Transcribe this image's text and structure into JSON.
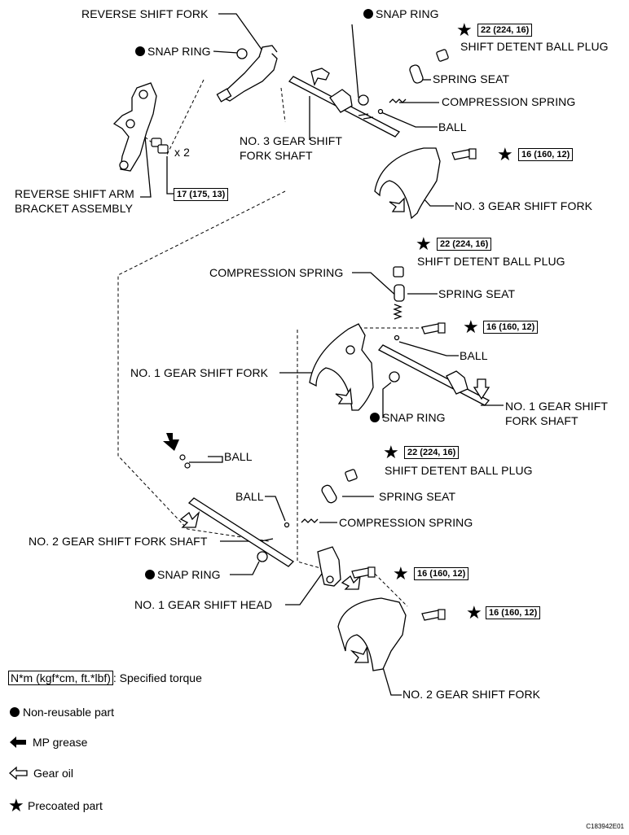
{
  "labels": {
    "reverse_shift_fork": "REVERSE SHIFT FORK",
    "snap_ring_top": "SNAP RING",
    "snap_ring_rev": "SNAP RING",
    "shift_detent_plug_top": "SHIFT DETENT BALL PLUG",
    "spring_seat_top": "SPRING SEAT",
    "compression_spring_top": "COMPRESSION SPRING",
    "ball_top": "BALL",
    "no3_shaft_line1": "NO. 3 GEAR SHIFT",
    "no3_shaft_line2": "FORK SHAFT",
    "x2": "x 2",
    "rev_arm_line1": "REVERSE SHIFT ARM",
    "rev_arm_line2": "BRACKET ASSEMBLY",
    "no3_fork": "NO. 3 GEAR SHIFT FORK",
    "shift_detent_plug_mid": "SHIFT DETENT BALL PLUG",
    "compression_spring_mid": "COMPRESSION SPRING",
    "spring_seat_mid": "SPRING SEAT",
    "ball_mid": "BALL",
    "no1_fork": "NO. 1 GEAR SHIFT FORK",
    "no1_shaft_line1": "NO. 1 GEAR SHIFT",
    "no1_shaft_line2": "FORK SHAFT",
    "snap_ring_mid": "SNAP RING",
    "ball_low1": "BALL",
    "shift_detent_plug_low": "SHIFT DETENT BALL PLUG",
    "ball_low2": "BALL",
    "spring_seat_low": "SPRING SEAT",
    "compression_spring_low": "COMPRESSION SPRING",
    "no2_shaft": "NO. 2 GEAR SHIFT FORK SHAFT",
    "snap_ring_low": "SNAP RING",
    "no1_head": "NO. 1 GEAR SHIFT HEAD",
    "no2_fork": "NO. 2 GEAR SHIFT FORK"
  },
  "torques": {
    "plug_top": "22 (224, 16)",
    "bolt_no3": "16 (160, 12)",
    "rev_bracket": "17 (175, 13)",
    "plug_mid": "22 (224, 16)",
    "bolt_no1": "16 (160, 12)",
    "plug_low": "22 (224, 16)",
    "bolt_head": "16 (160, 12)",
    "bolt_no2": "16 (160, 12)"
  },
  "legend": {
    "torque_unit": "N*m (kgf*cm, ft.*lbf)",
    "torque_text": ": Specified torque",
    "non_reusable": "Non-reusable part",
    "mp_grease": "MP grease",
    "gear_oil": "Gear oil",
    "precoated": "Precoated part"
  },
  "figure_code": "C183942E01",
  "colors": {
    "ink": "#000000",
    "paper": "#ffffff"
  }
}
